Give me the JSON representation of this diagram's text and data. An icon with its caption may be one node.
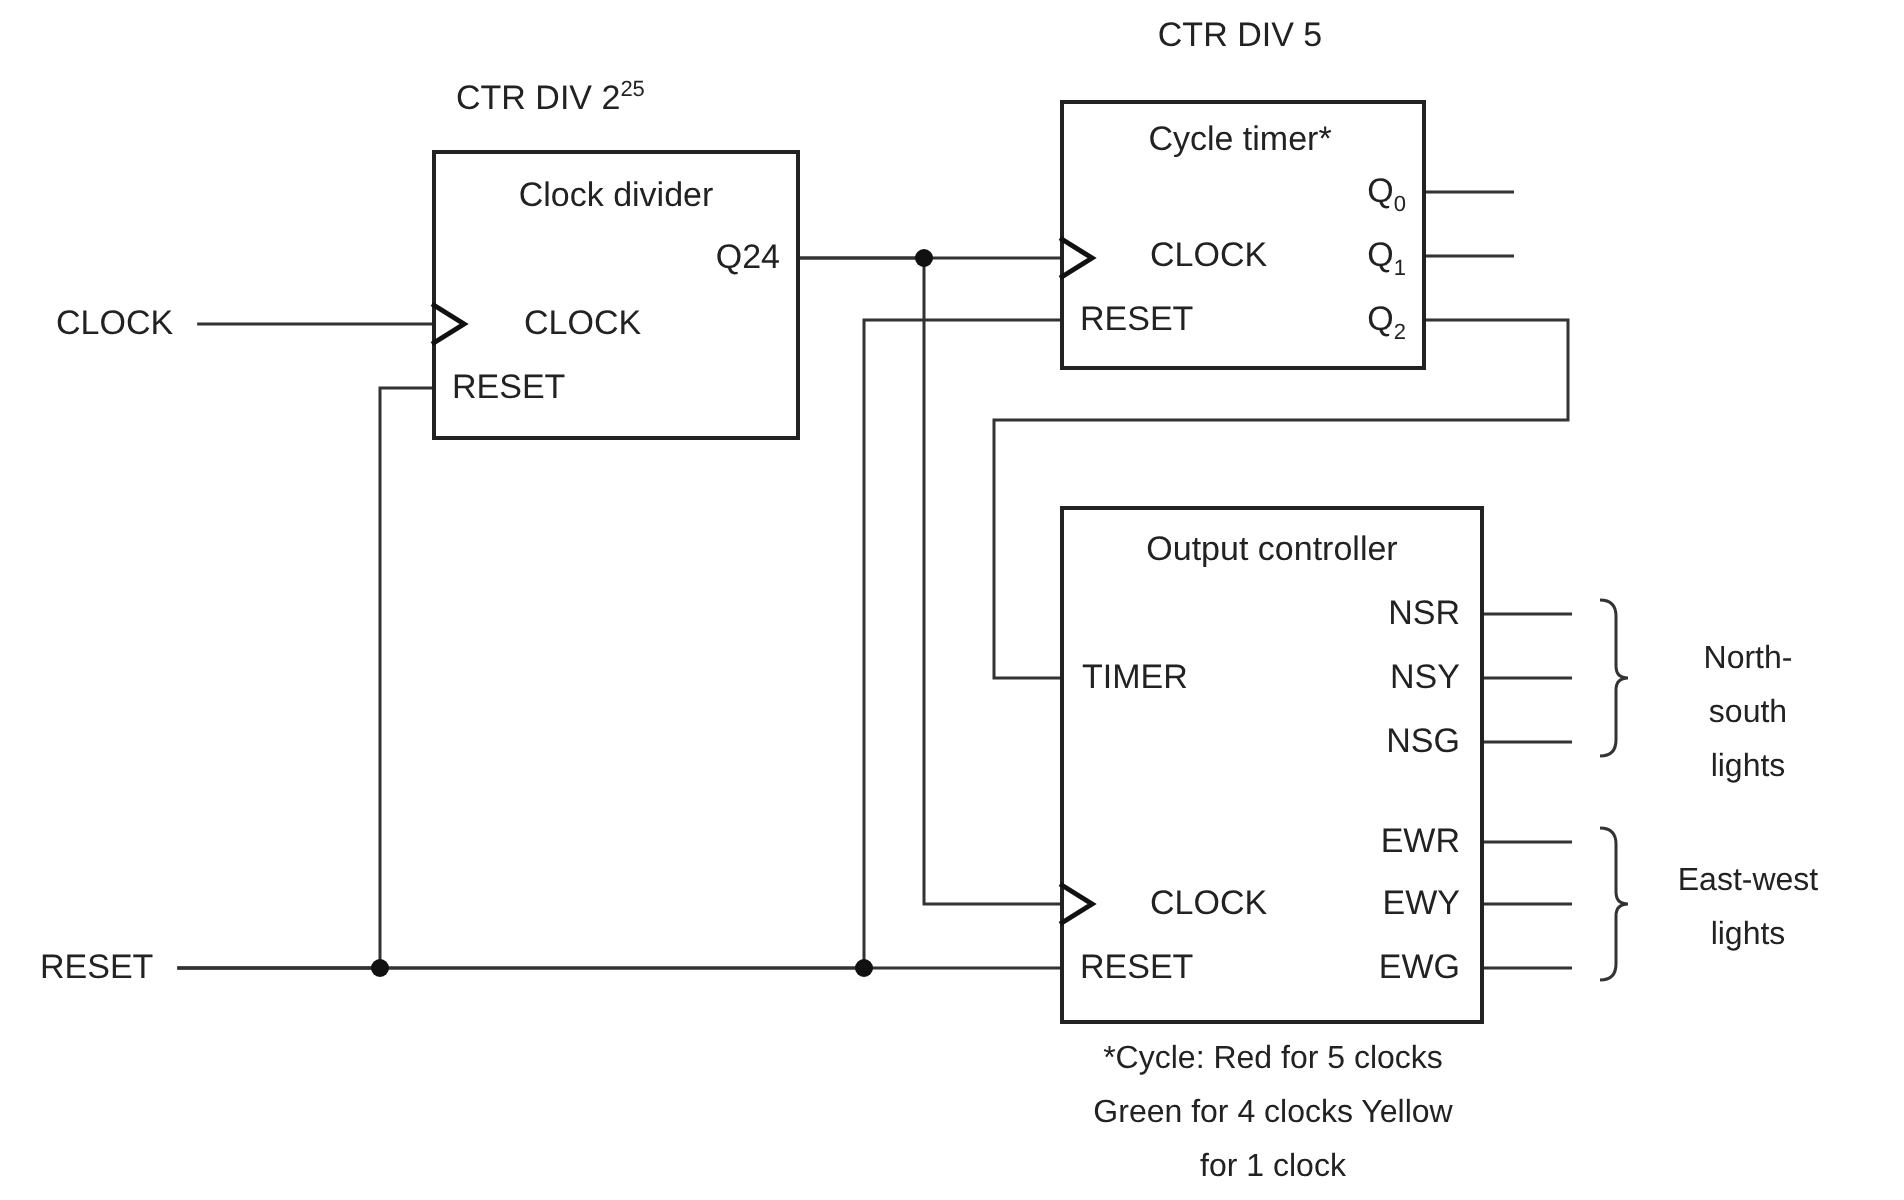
{
  "diagram": {
    "nodes": [
      {
        "text": [
          "CLOCK"
        ]
      },
      {
        "text": [
          "RESET"
        ]
      },
      {
        "text": [
          "CTR DIV 2$^{25}$",
          "Clock divider",
          "Q24",
          "CLOCK",
          "RESET"
        ]
      },
      {
        "text": [
          "CTR DIV 5",
          "Cycle timer*",
          "Q$_{0}$",
          "CLOCK",
          "Q$_{1}$",
          "RESET",
          "Q$_{2}$"
        ]
      },
      {
        "text": [
          "Output controller",
          "NSR",
          "TIMER",
          "NSY",
          "NSG",
          "EWR",
          "CLOCK",
          "EWY",
          "RESET",
          "EWG"
        ]
      }
    ],
    "edges": [
      {
        "from": 0,
        "to": 2,
        "arrow": "to"
      },
      {
        "from": 1,
        "to": 2,
        "arrow": "none"
      },
      {
        "from": 1,
        "to": 3,
        "arrow": "none"
      },
      {
        "from": 1,
        "to": 4,
        "arrow": "none"
      },
      {
        "from": 2,
        "to": 3,
        "arrow": "to"
      },
      {
        "from": 2,
        "to": 4,
        "arrow": "to"
      },
      {
        "from": 3,
        "to": 4,
        "arrow": "none"
      },
      {
        "from": 3,
        "to": null,
        "arrow": "none"
      },
      {
        "from": 3,
        "to": null,
        "arrow": "none"
      },
      {
        "from": 4,
        "to": null,
        "arrow": "none"
      },
      {
        "from": 4,
        "to": null,
        "arrow": "none"
      },
      {
        "from": 4,
        "to": null,
        "arrow": "none"
      },
      {
        "from": 4,
        "to": null,
        "arrow": "none"
      },
      {
        "from": 4,
        "to": null,
        "arrow": "none"
      },
      {
        "from": 4,
        "to": null,
        "arrow": "none"
      }
    ],
    "labels": [
      "North-south lights",
      "East-west lights",
      "*Cycle: Red for 5 clocks Green for 4 clocks Yellow for 1 clock"
    ]
  }
}
